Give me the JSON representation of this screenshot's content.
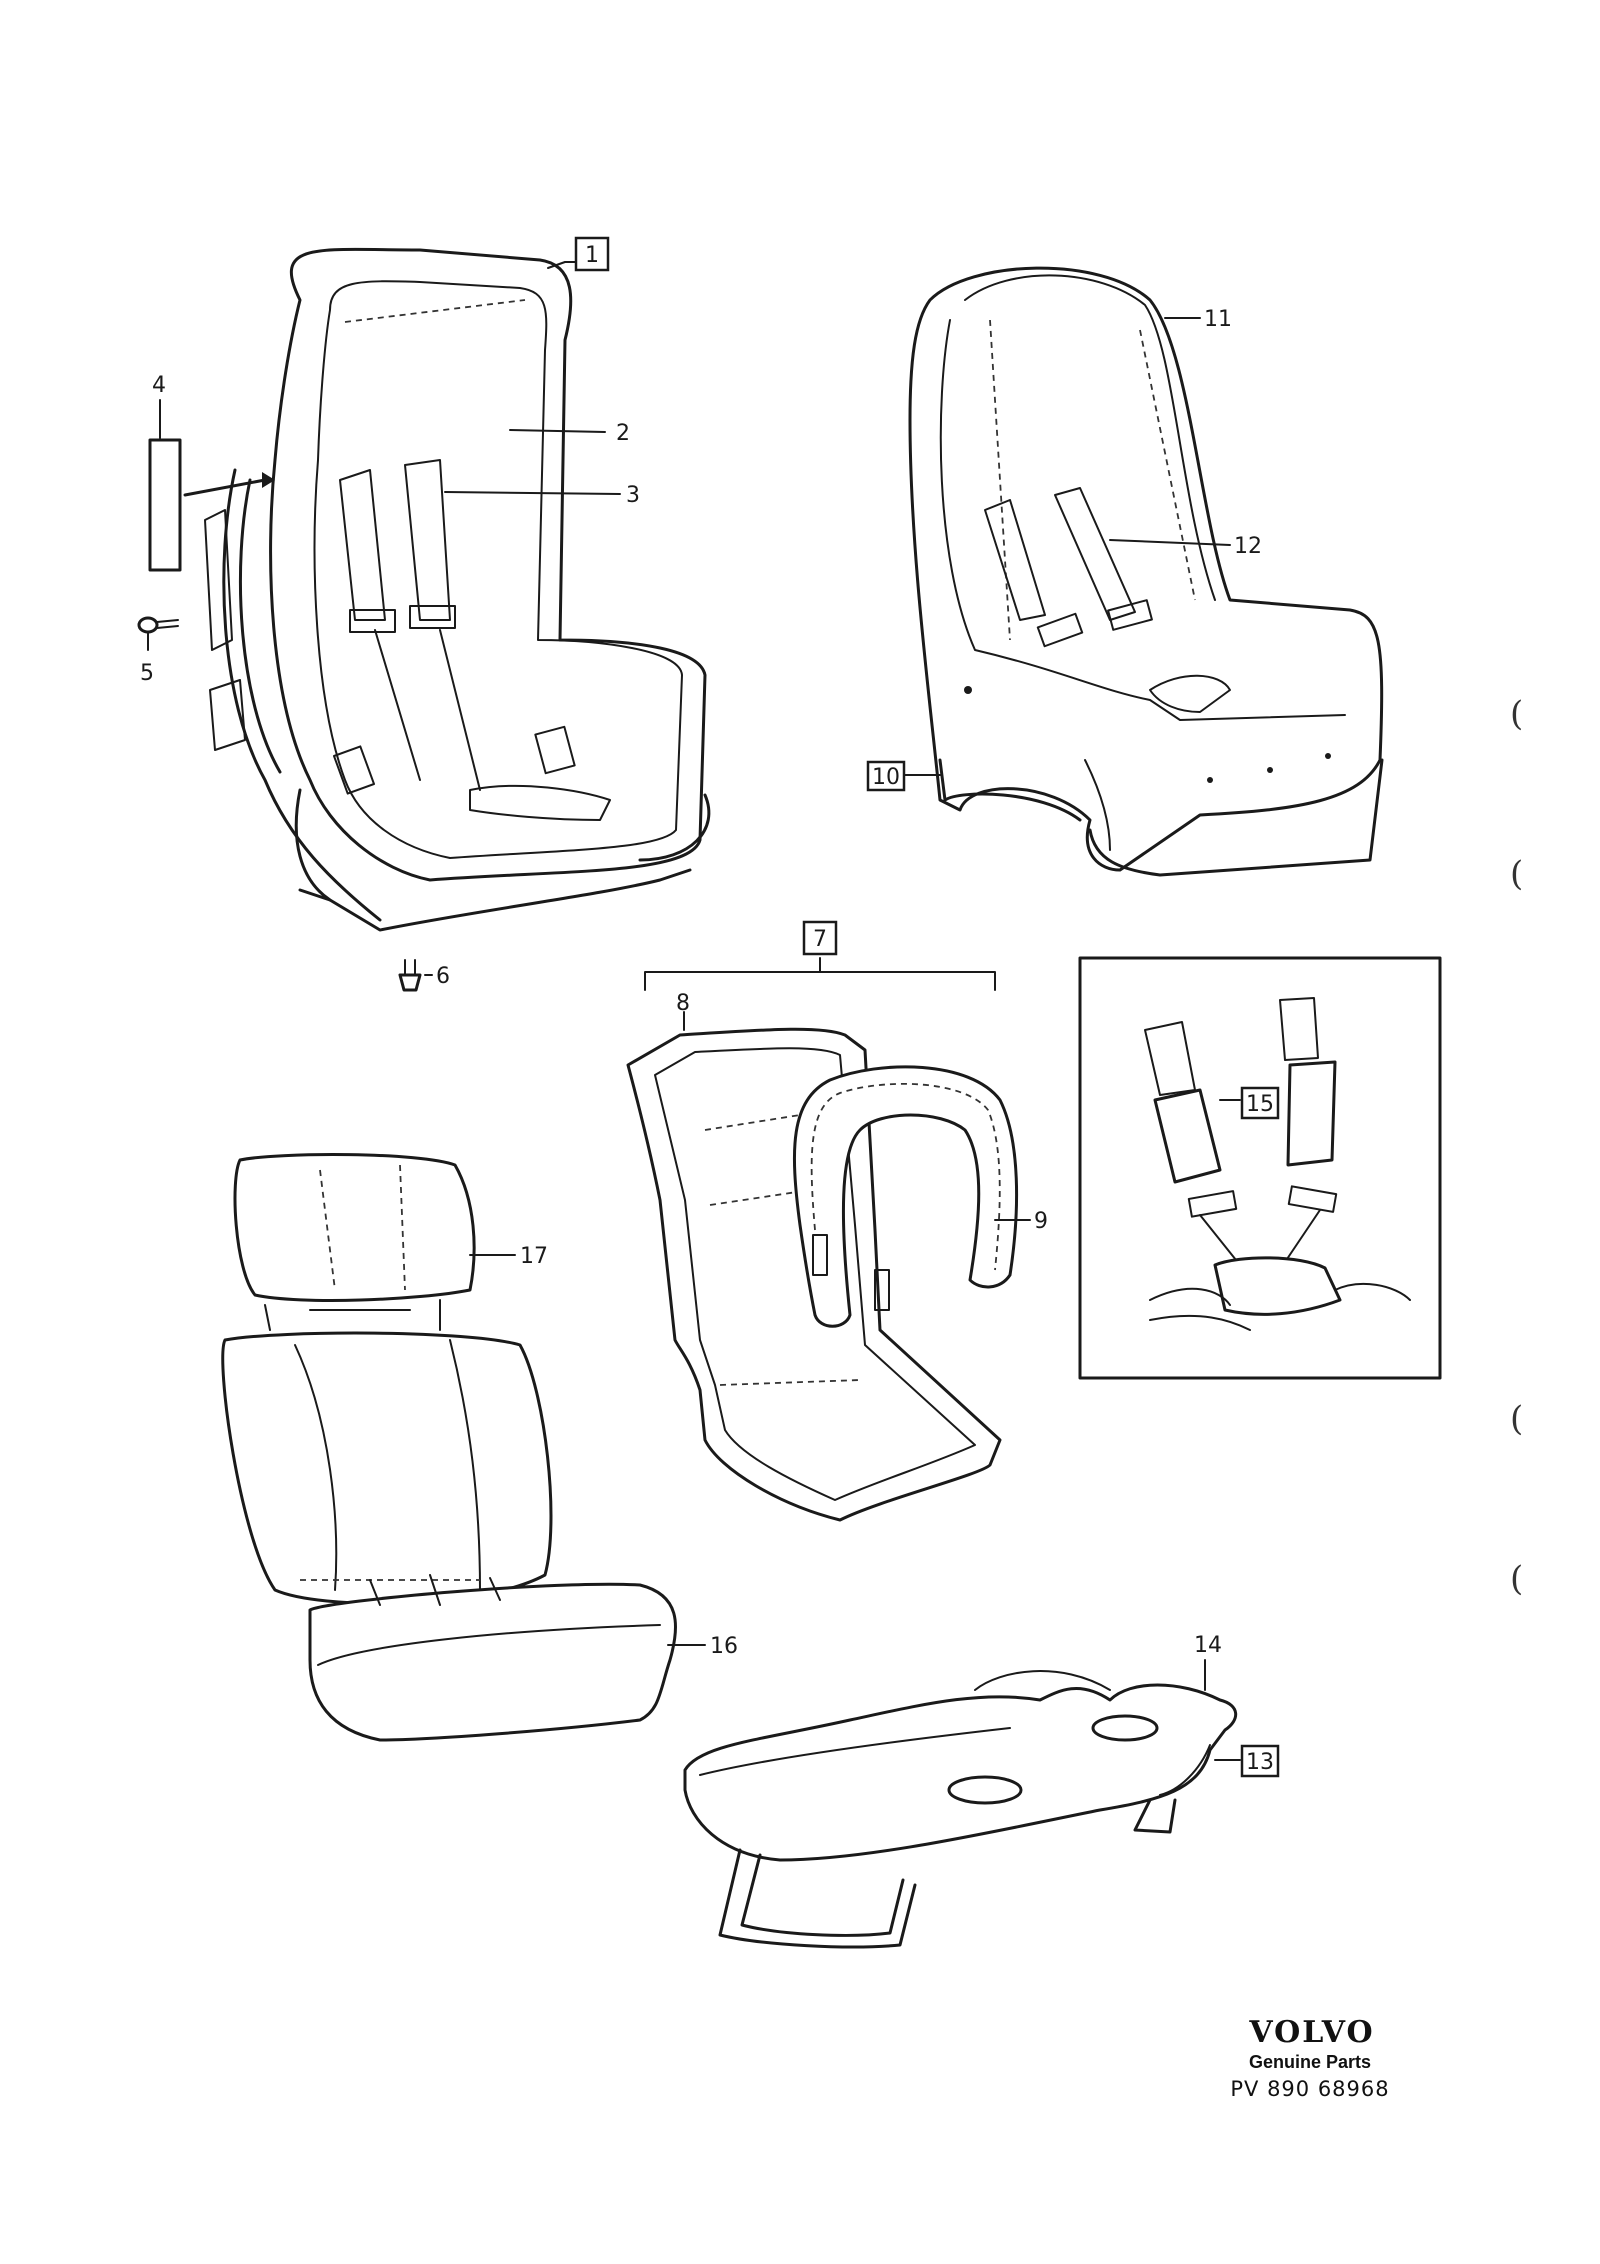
{
  "callouts": {
    "c1": "1",
    "c2": "2",
    "c3": "3",
    "c4": "4",
    "c5": "5",
    "c6": "6",
    "c7": "7",
    "c8": "8",
    "c9": "9",
    "c10": "10",
    "c11": "11",
    "c12": "12",
    "c13": "13",
    "c14": "14",
    "c15": "15",
    "c16": "16",
    "c17": "17"
  },
  "footer": {
    "brand": "VOLVO",
    "tagline": "Genuine Parts",
    "code": "PV 890 68968"
  },
  "margin_marks": [
    "(",
    "(",
    "(",
    "("
  ]
}
